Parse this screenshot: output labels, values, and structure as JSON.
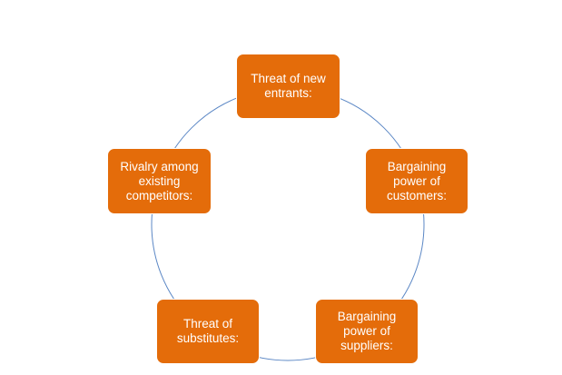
{
  "diagram": {
    "colors": {
      "node_fill": "#E46C0A",
      "node_text": "#FFFFFF",
      "cycle_line": "#5B87C5"
    },
    "nodes": [
      {
        "id": "threat-new-entrants",
        "label": "Threat of new entrants:"
      },
      {
        "id": "bargaining-customers",
        "label": "Bargaining power of customers:"
      },
      {
        "id": "bargaining-suppliers",
        "label": "Bargaining power of suppliers:"
      },
      {
        "id": "threat-substitutes",
        "label": "Threat of substitutes:"
      },
      {
        "id": "rivalry-competitors",
        "label": "Rivalry among existing competitors:"
      }
    ]
  }
}
